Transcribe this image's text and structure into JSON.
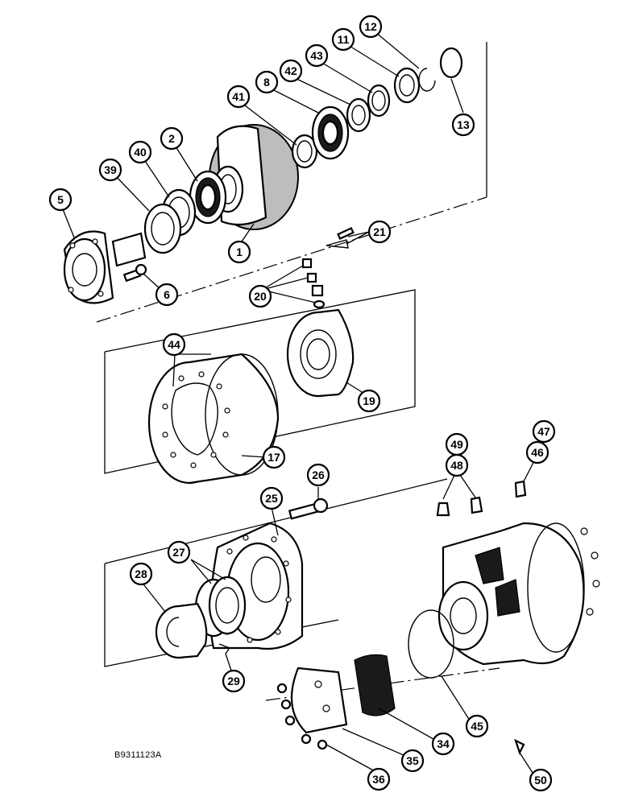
{
  "drawing_code": "B9311123A",
  "callouts": [
    "12",
    "11",
    "43",
    "42",
    "8",
    "41",
    "13",
    "2",
    "40",
    "39",
    "5",
    "1",
    "21",
    "6",
    "20",
    "44",
    "19",
    "17",
    "26",
    "49",
    "48",
    "47",
    "46",
    "25",
    "27",
    "28",
    "29",
    "34",
    "45",
    "35",
    "36",
    "50"
  ]
}
